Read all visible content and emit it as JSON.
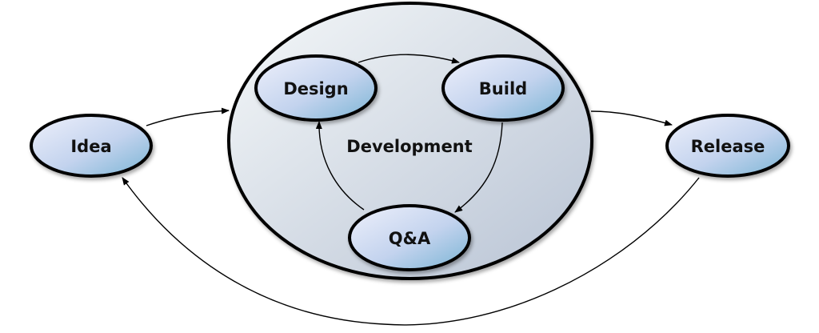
{
  "diagram": {
    "container": {
      "label": "Development"
    },
    "nodes": {
      "idea": "Idea",
      "design": "Design",
      "build": "Build",
      "qa": "Q&A",
      "release": "Release"
    },
    "colors": {
      "node_fill_light": "#eceefa",
      "node_fill_dark": "#7fb6d6",
      "container_fill_light": "#f3f6f8",
      "container_fill_dark": "#b9c4d6",
      "outline": "#000000",
      "arrow": "#000000"
    },
    "edges": [
      {
        "from": "idea",
        "to": "development"
      },
      {
        "from": "development",
        "to": "release"
      },
      {
        "from": "release",
        "to": "idea"
      },
      {
        "from": "design",
        "to": "build"
      },
      {
        "from": "build",
        "to": "qa"
      },
      {
        "from": "qa",
        "to": "design"
      }
    ]
  }
}
